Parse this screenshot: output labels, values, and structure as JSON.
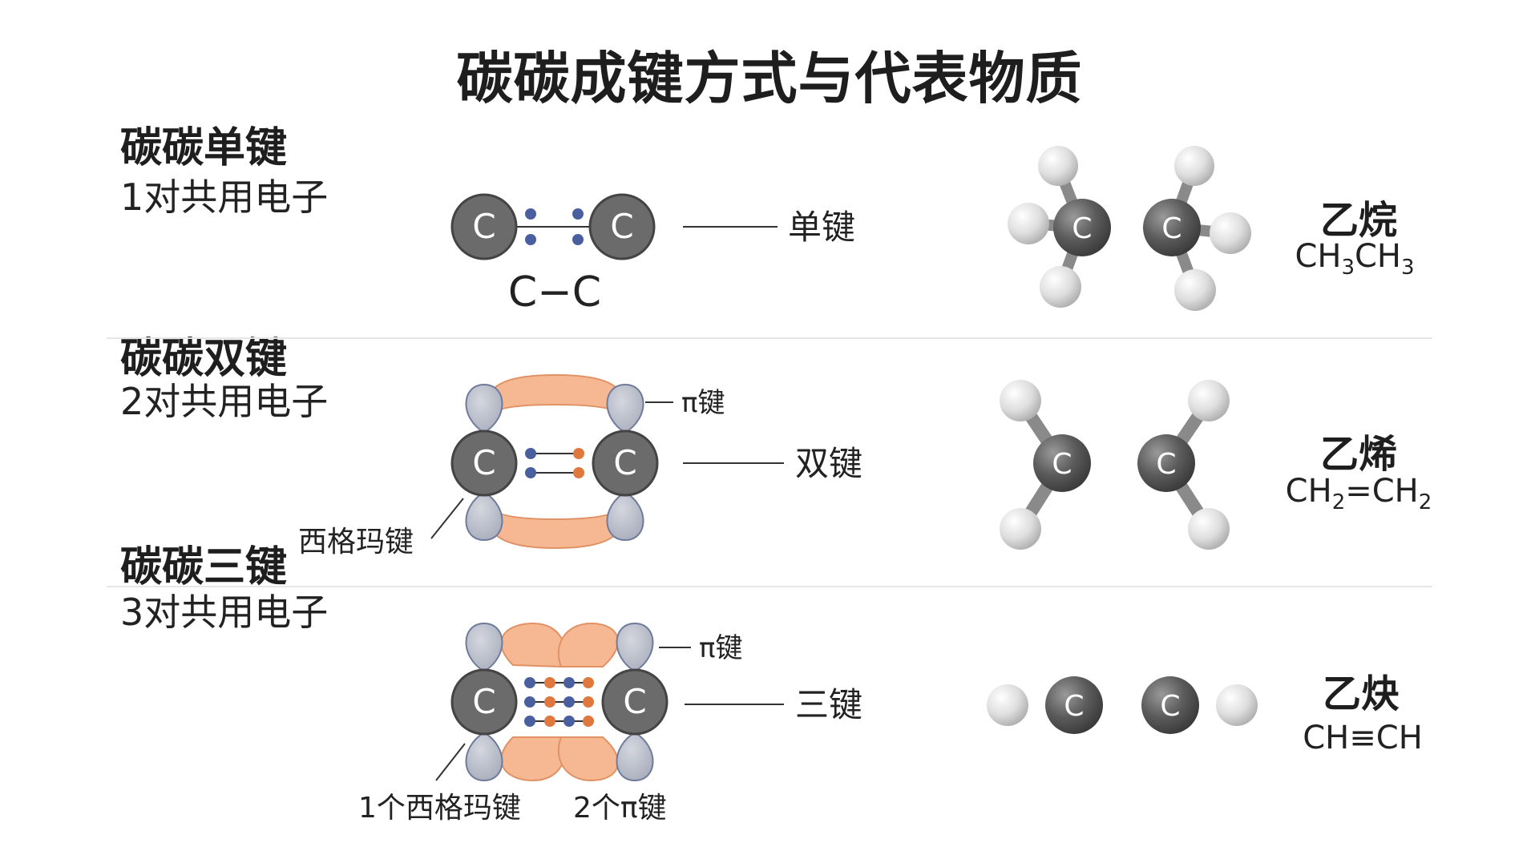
{
  "title": "碳碳成键方式与代表物质",
  "atom_symbol": "C",
  "single": {
    "title": "碳碳单键",
    "electrons": "1对共用电子",
    "notation": "C−C",
    "bond_label": "单键",
    "compound": "乙烷",
    "formula": {
      "p1": "CH",
      "s1": "3",
      "p2": "CH",
      "s2": "3"
    }
  },
  "double": {
    "title": "碳碳双键",
    "electrons": "2对共用电子",
    "pi_label": "π键",
    "sigma_label": "西格玛键",
    "bond_label": "双键",
    "compound": "乙烯",
    "formula": {
      "p1": "CH",
      "s1": "2",
      "p2": "=CH",
      "s2": "2"
    }
  },
  "triple": {
    "title": "碳碳三键",
    "electrons": "3对共用电子",
    "pi_label": "π键",
    "sigma_label": "1个西格玛键",
    "pi_count_label": "2个π键",
    "bond_label": "三键",
    "compound": "乙炔",
    "formula_text": "CH≡CH"
  },
  "colors": {
    "carbon": "#5f5f5f",
    "hydrogen": "#e4e4e4",
    "pi_orbital": "#f6b893",
    "p_lobe": "#b8bcc8",
    "electron_blue": "#4a5f9e",
    "electron_orange": "#e0773c"
  }
}
